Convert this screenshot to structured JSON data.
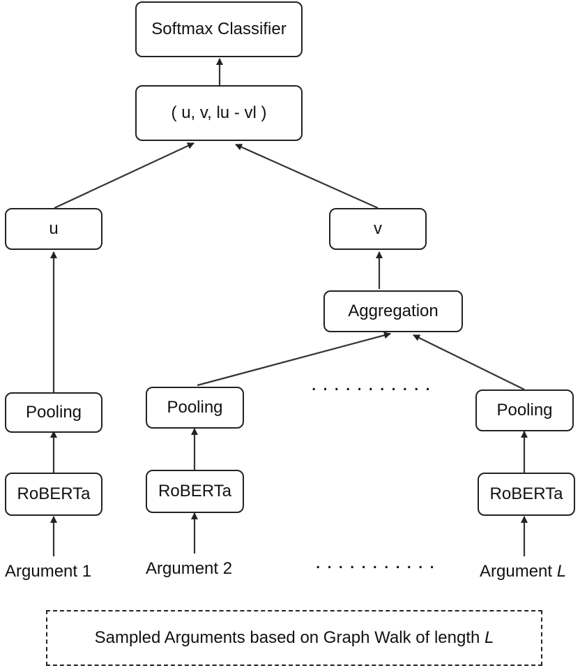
{
  "nodes": {
    "softmax": "Softmax Classifier",
    "concat": "( u, v, lu - vl )",
    "u": "u",
    "v": "v",
    "aggregation": "Aggregation",
    "pooling": "Pooling",
    "roberta": "RoBERTa"
  },
  "arguments": {
    "arg1": "Argument 1",
    "arg2": "Argument 2",
    "argL_prefix": "Argument",
    "argL_var": "L"
  },
  "ellipsis": "...........",
  "caption": {
    "text": "Sampled Arguments based on Graph Walk of length",
    "var": "L"
  }
}
